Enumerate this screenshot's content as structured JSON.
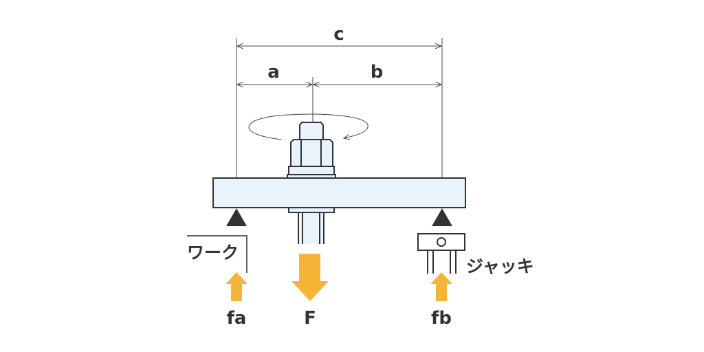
{
  "dimensions": {
    "c": "c",
    "a": "a",
    "b": "b"
  },
  "labels": {
    "work": "ワーク",
    "jack": "ジャッキ",
    "fa": "fa",
    "F": "F",
    "fb": "fb"
  },
  "colors": {
    "plate": "#e8f3fb",
    "force_arrow": "#f7b538",
    "line": "#333333"
  }
}
